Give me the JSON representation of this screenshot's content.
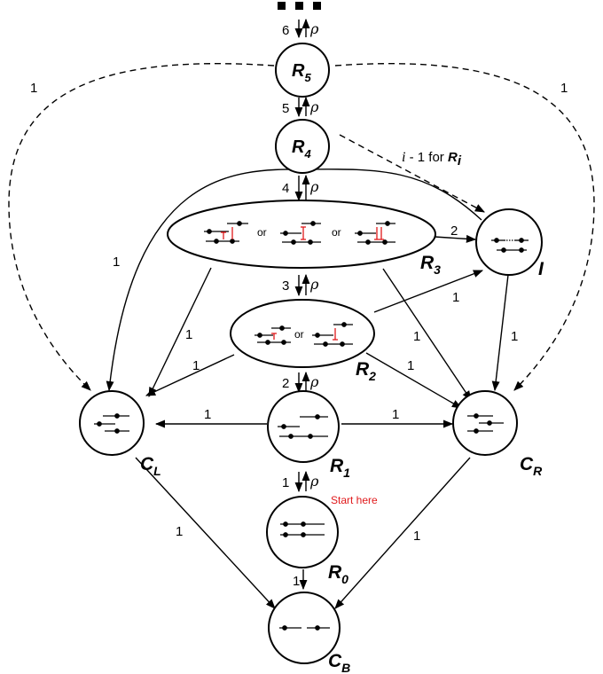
{
  "nodes": {
    "R5": {
      "name": "R",
      "sub": "5"
    },
    "R4": {
      "name": "R",
      "sub": "4"
    },
    "R3": {
      "name": "R",
      "sub": "3"
    },
    "R2": {
      "name": "R",
      "sub": "2"
    },
    "R1": {
      "name": "R",
      "sub": "1"
    },
    "R0": {
      "name": "R",
      "sub": "0"
    },
    "I": {
      "name": "I"
    },
    "CL": {
      "name": "C",
      "sub": "L"
    },
    "CR": {
      "name": "C",
      "sub": "R"
    },
    "CB": {
      "name": "C",
      "sub": "B"
    }
  },
  "chain_labels": {
    "step6": "6",
    "step5": "5",
    "step4": "4",
    "step3": "3",
    "step2": "2",
    "step1": "1",
    "rho": "ρ",
    "r0_to_cb": "1"
  },
  "edge_labels": {
    "r5_to_cl": "1",
    "r5_to_cr": "1",
    "r4_to_cl": "1",
    "r3_to_cl": "1",
    "r3_to_i": "2",
    "r3_to_cr": "1",
    "r2_to_i": "1",
    "r2_to_cl": "1",
    "r2_to_cr": "1",
    "r1_to_cl": "1",
    "r1_to_cr": "1",
    "i_to_cr": "1",
    "cl_to_cb": "1",
    "cr_to_cb": "1"
  },
  "annotation": {
    "prefix": "i",
    "middle": " - 1  for ",
    "var": "R",
    "sub": "i"
  },
  "inner_text": {
    "or1": "or",
    "or2": "or",
    "or3": "or"
  },
  "start_label": "Start here",
  "colors": {
    "line": "#000000",
    "accent": "#e0191b"
  }
}
